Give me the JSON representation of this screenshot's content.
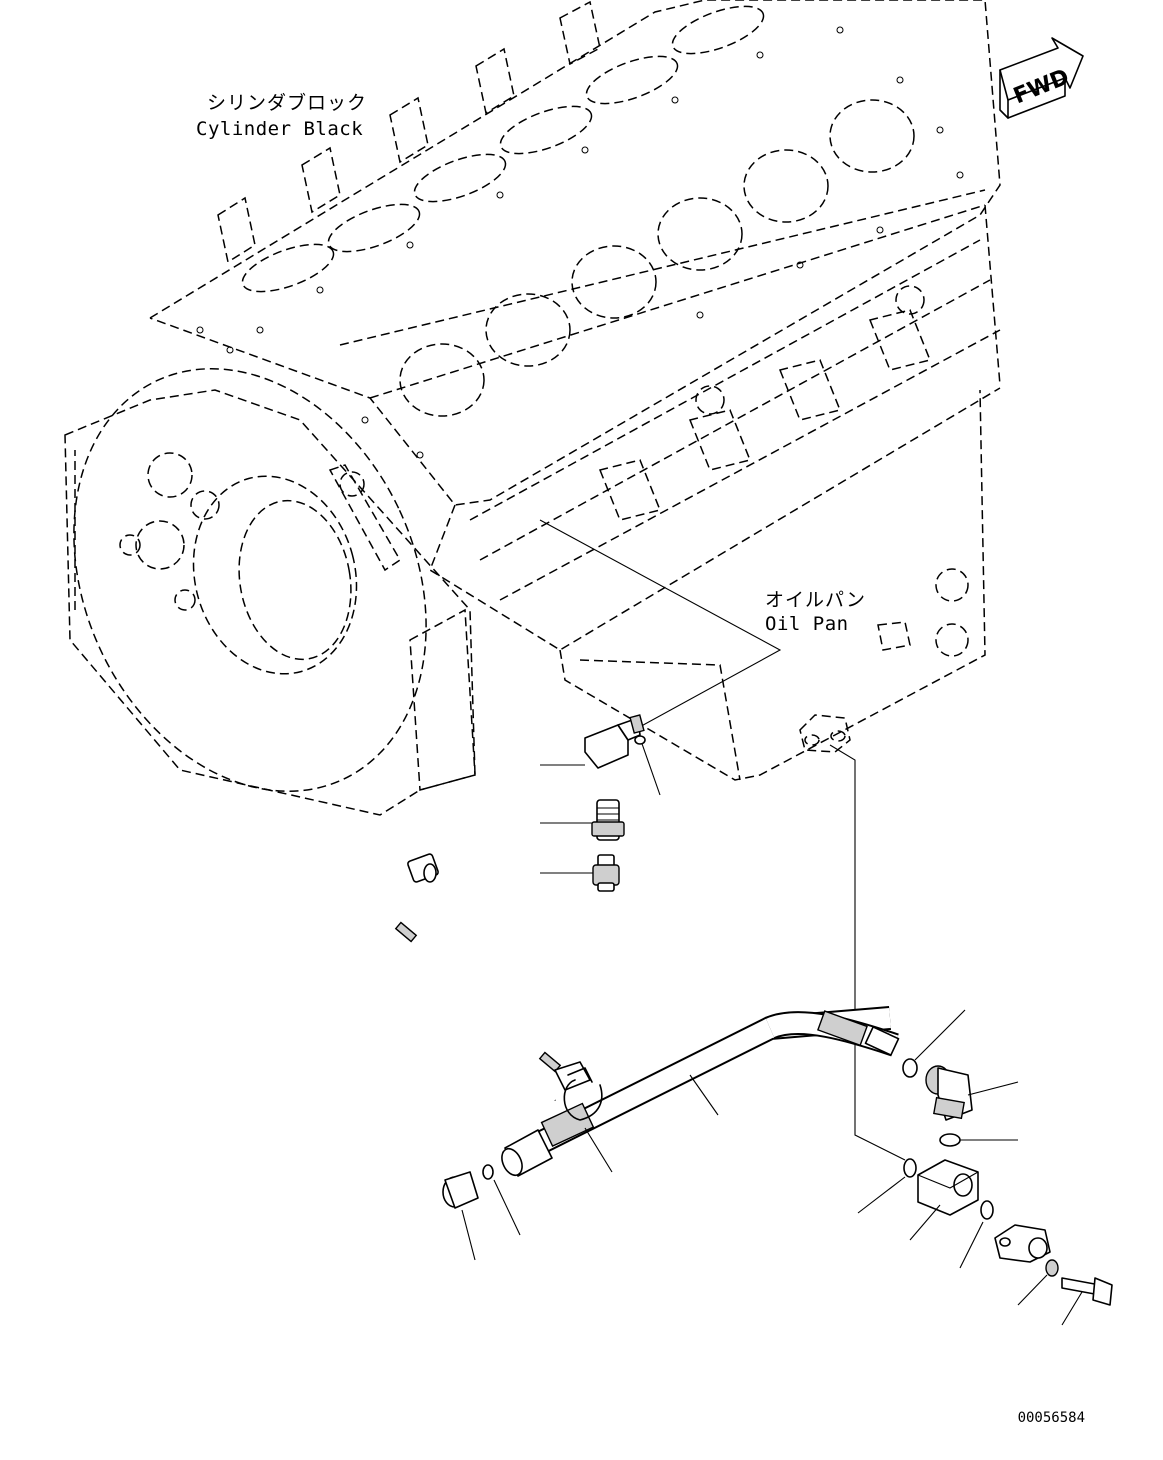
{
  "labels": {
    "cylinder_block_jp": "シリンダブロック",
    "cylinder_block_en": "Cylinder Black",
    "oil_pan_jp": "オイルパン",
    "oil_pan_en": "Oil Pan",
    "fwd": "FWD"
  },
  "document_number": "00056584"
}
